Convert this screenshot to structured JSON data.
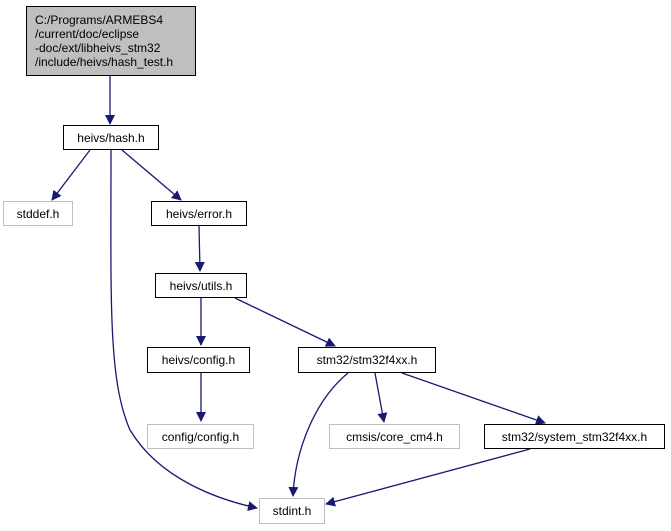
{
  "graph": {
    "root": {
      "lines": [
        "C:/Programs/ARMEBS4",
        "/current/doc/eclipse",
        "-doc/ext/libheivs_stm32",
        "/include/heivs/hash_test.h"
      ]
    },
    "nodes": {
      "hash": "heivs/hash.h",
      "stddef": "stddef.h",
      "error": "heivs/error.h",
      "utils": "heivs/utils.h",
      "config": "heivs/config.h",
      "stm32": "stm32/stm32f4xx.h",
      "configconfig": "config/config.h",
      "cmsis": "cmsis/core_cm4.h",
      "system": "stm32/system_stm32f4xx.h",
      "stdint": "stdint.h"
    },
    "edges": [
      [
        "root",
        "hash"
      ],
      [
        "hash",
        "stddef"
      ],
      [
        "hash",
        "error"
      ],
      [
        "hash",
        "stdint"
      ],
      [
        "error",
        "utils"
      ],
      [
        "utils",
        "config"
      ],
      [
        "utils",
        "stm32"
      ],
      [
        "config",
        "configconfig"
      ],
      [
        "stm32",
        "stdint"
      ],
      [
        "stm32",
        "cmsis"
      ],
      [
        "stm32",
        "system"
      ],
      [
        "system",
        "stdint"
      ]
    ],
    "colors": {
      "edge": "#191970",
      "root_fill": "#bfbfbf",
      "external_border": "#bfbfbf",
      "node_border": "#000000"
    }
  }
}
